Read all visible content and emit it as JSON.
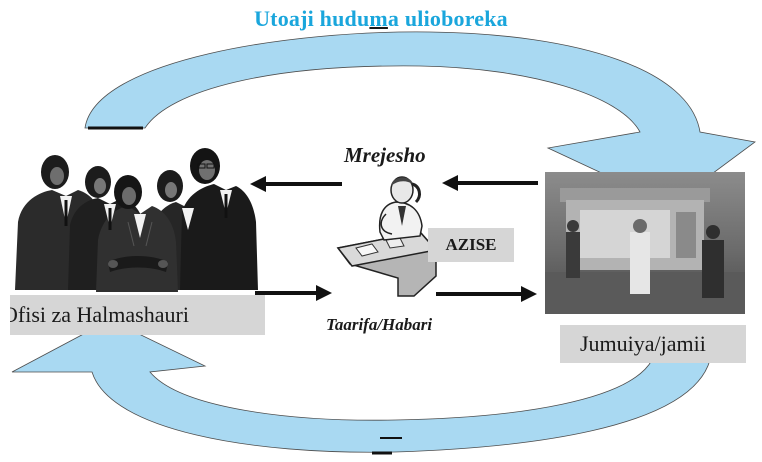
{
  "title": {
    "before": "Utoaji hudu",
    "underlined": "m",
    "after": "a ulioboreka"
  },
  "labels": {
    "mrejesho": "Mrejesho",
    "taarifa": "Taarifa/Habari",
    "azise": "AZISE",
    "ofisi": "Ofisi za Halmashauri",
    "jumuiya": "Jumuiya/jamii"
  },
  "colors": {
    "title": "#1aa6dc",
    "cycle_arrow": "#a9d9f2",
    "label_box": "#d6d6d6"
  }
}
